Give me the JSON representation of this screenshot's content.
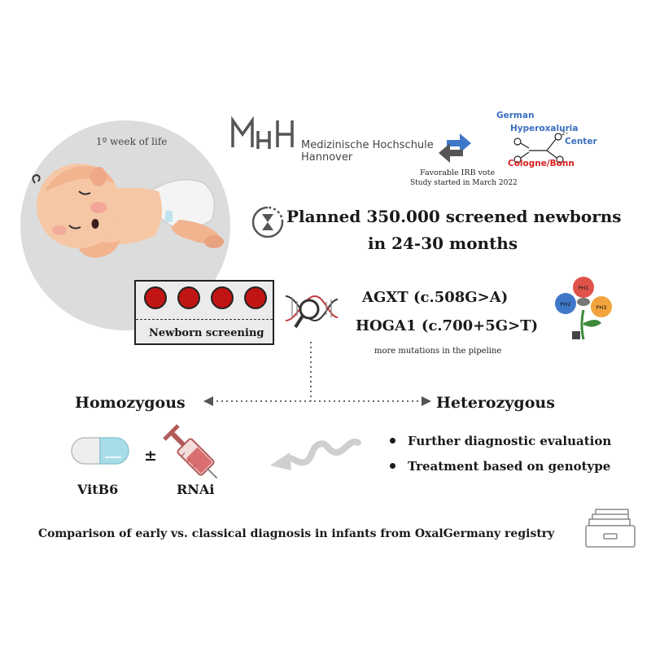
{
  "baby": {
    "week_label": "1º week of life"
  },
  "institution": {
    "mhh_logo": "MHH",
    "mhh_name_line1": "Medizinische Hochschule",
    "mhh_name_line2": "Hannover"
  },
  "irb": {
    "vote": "Favorable IRB vote",
    "start": "Study started in March 2022"
  },
  "center": {
    "line1": "German",
    "line2": "Hyperoxaluria",
    "line3": "Center",
    "line4": "Cologne/Bonn"
  },
  "plan": {
    "line1": "Planned 350.000 screened newborns",
    "line2": "in 24-30 months"
  },
  "screening": {
    "label": "Newborn screening"
  },
  "genes": {
    "gene1": "AGXT (c.508G>A)",
    "gene2": "HOGA1 (c.700+5G>T)",
    "more": "more mutations in the pipeline"
  },
  "flower": {
    "petal1": "PH1",
    "petal2": "PH2",
    "petal3": "PH3"
  },
  "branches": {
    "homozygous": "Homozygous",
    "heterozygous": "Heterozygous"
  },
  "treatment": {
    "plusminus": "±",
    "vit": "VitB6",
    "rnai": "RNAi"
  },
  "hetero_steps": [
    "Further diagnostic evaluation",
    "Treatment based on genotype"
  ],
  "footer": {
    "comparison": "Comparison of early vs. classical diagnosis in infants from OxalGermany registry"
  },
  "colors": {
    "blood_red": "#c11414",
    "brand_blue": "#3a6fc2",
    "brand_red": "#d62020",
    "capsule_blue": "#a8dde8"
  }
}
